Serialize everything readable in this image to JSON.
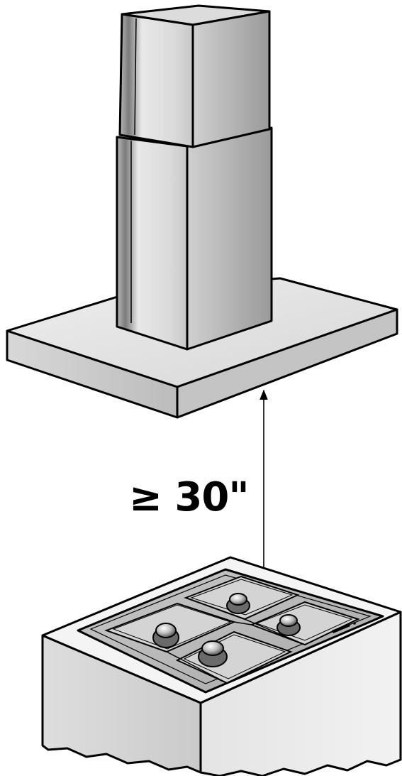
{
  "clearance_label": "≥ 30\"",
  "colors": {
    "outline": "#000000",
    "metal_light": "#e6e6e6",
    "metal_mid": "#cfcfcf",
    "metal_dark": "#a8a8a8",
    "background": "#ffffff"
  },
  "icons": [
    "range-hood-chimney",
    "range-hood-canopy",
    "gas-cooktop",
    "dimension-arrow"
  ]
}
